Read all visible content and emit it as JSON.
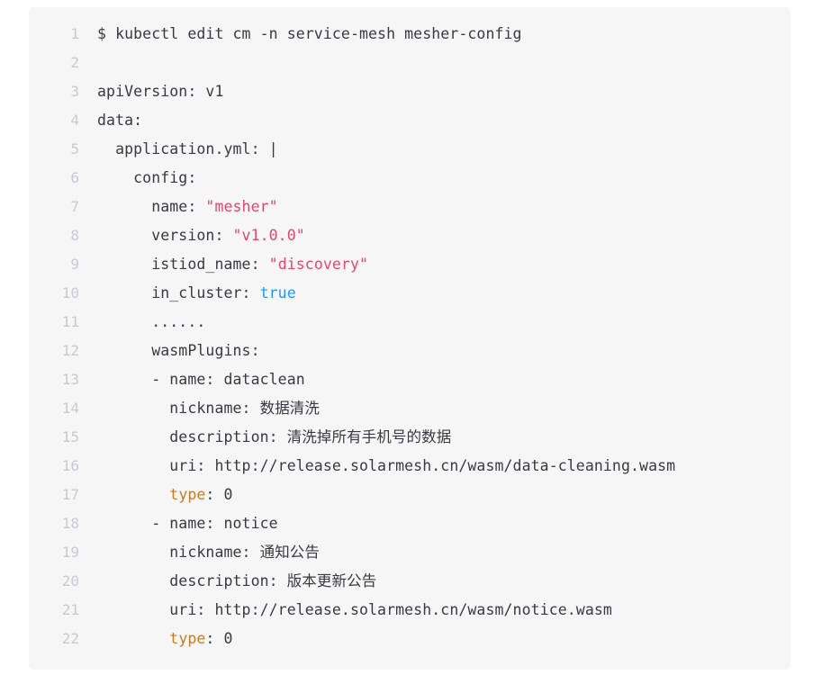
{
  "editor": {
    "kind": "code-block",
    "language": "yaml",
    "background": "#f6f6f7",
    "line_number_color": "#c9c9d2",
    "default_text_color": "#383a42",
    "colors": {
      "string": "#e4486c",
      "boolean": "#2196f3",
      "keyword": "#c67b26",
      "plain": "#383a42"
    },
    "first_line_number": 1,
    "last_line_number": 22,
    "total_lines": 22,
    "lines": [
      {
        "n": "1",
        "text": "$ kubectl edit cm -n service-mesh mesher-config",
        "tokens": [
          {
            "t": "$ kubectl edit cm -n service-mesh mesher-config",
            "c": "plain"
          }
        ]
      },
      {
        "n": "2",
        "text": "",
        "tokens": []
      },
      {
        "n": "3",
        "text": "apiVersion: v1",
        "tokens": [
          {
            "t": "apiVersion: v1",
            "c": "plain"
          }
        ]
      },
      {
        "n": "4",
        "text": "data:",
        "tokens": [
          {
            "t": "data:",
            "c": "plain"
          }
        ]
      },
      {
        "n": "5",
        "text": "  application.yml: |",
        "tokens": [
          {
            "t": "  application.yml: |",
            "c": "plain"
          }
        ]
      },
      {
        "n": "6",
        "text": "    config:",
        "tokens": [
          {
            "t": "    config:",
            "c": "plain"
          }
        ]
      },
      {
        "n": "7",
        "text": "      name: \"mesher\"",
        "tokens": [
          {
            "t": "      name: ",
            "c": "plain"
          },
          {
            "t": "\"mesher\"",
            "c": "string"
          }
        ]
      },
      {
        "n": "8",
        "text": "      version: \"v1.0.0\"",
        "tokens": [
          {
            "t": "      version: ",
            "c": "plain"
          },
          {
            "t": "\"v1.0.0\"",
            "c": "string"
          }
        ]
      },
      {
        "n": "9",
        "text": "      istiod_name: \"discovery\"",
        "tokens": [
          {
            "t": "      istiod_name: ",
            "c": "plain"
          },
          {
            "t": "\"discovery\"",
            "c": "string"
          }
        ]
      },
      {
        "n": "10",
        "text": "      in_cluster: true",
        "tokens": [
          {
            "t": "      in_cluster: ",
            "c": "plain"
          },
          {
            "t": "true",
            "c": "boolean"
          }
        ]
      },
      {
        "n": "11",
        "text": "      ......",
        "tokens": [
          {
            "t": "      ......",
            "c": "plain"
          }
        ]
      },
      {
        "n": "12",
        "text": "      wasmPlugins:",
        "tokens": [
          {
            "t": "      wasmPlugins:",
            "c": "plain"
          }
        ]
      },
      {
        "n": "13",
        "text": "      - name: dataclean",
        "tokens": [
          {
            "t": "      - name: dataclean",
            "c": "plain"
          }
        ]
      },
      {
        "n": "14",
        "text": "        nickname: 数据清洗",
        "tokens": [
          {
            "t": "        nickname: 数据清洗",
            "c": "plain"
          }
        ]
      },
      {
        "n": "15",
        "text": "        description: 清洗掉所有手机号的数据",
        "tokens": [
          {
            "t": "        description: 清洗掉所有手机号的数据",
            "c": "plain"
          }
        ]
      },
      {
        "n": "16",
        "text": "        uri: http://release.solarmesh.cn/wasm/data-cleaning.wasm",
        "tokens": [
          {
            "t": "        uri: http://release.solarmesh.cn/wasm/data-cleaning.wasm",
            "c": "plain"
          }
        ]
      },
      {
        "n": "17",
        "text": "        type: 0",
        "tokens": [
          {
            "t": "        ",
            "c": "plain"
          },
          {
            "t": "type",
            "c": "keyword"
          },
          {
            "t": ": 0",
            "c": "plain"
          }
        ]
      },
      {
        "n": "18",
        "text": "      - name: notice",
        "tokens": [
          {
            "t": "      - name: notice",
            "c": "plain"
          }
        ]
      },
      {
        "n": "19",
        "text": "        nickname: 通知公告",
        "tokens": [
          {
            "t": "        nickname: 通知公告",
            "c": "plain"
          }
        ]
      },
      {
        "n": "20",
        "text": "        description: 版本更新公告",
        "tokens": [
          {
            "t": "        description: 版本更新公告",
            "c": "plain"
          }
        ]
      },
      {
        "n": "21",
        "text": "        uri: http://release.solarmesh.cn/wasm/notice.wasm",
        "tokens": [
          {
            "t": "        uri: http://release.solarmesh.cn/wasm/notice.wasm",
            "c": "plain"
          }
        ]
      },
      {
        "n": "22",
        "text": "        type: 0",
        "tokens": [
          {
            "t": "        ",
            "c": "plain"
          },
          {
            "t": "type",
            "c": "keyword"
          },
          {
            "t": ": 0",
            "c": "plain"
          }
        ]
      }
    ]
  }
}
